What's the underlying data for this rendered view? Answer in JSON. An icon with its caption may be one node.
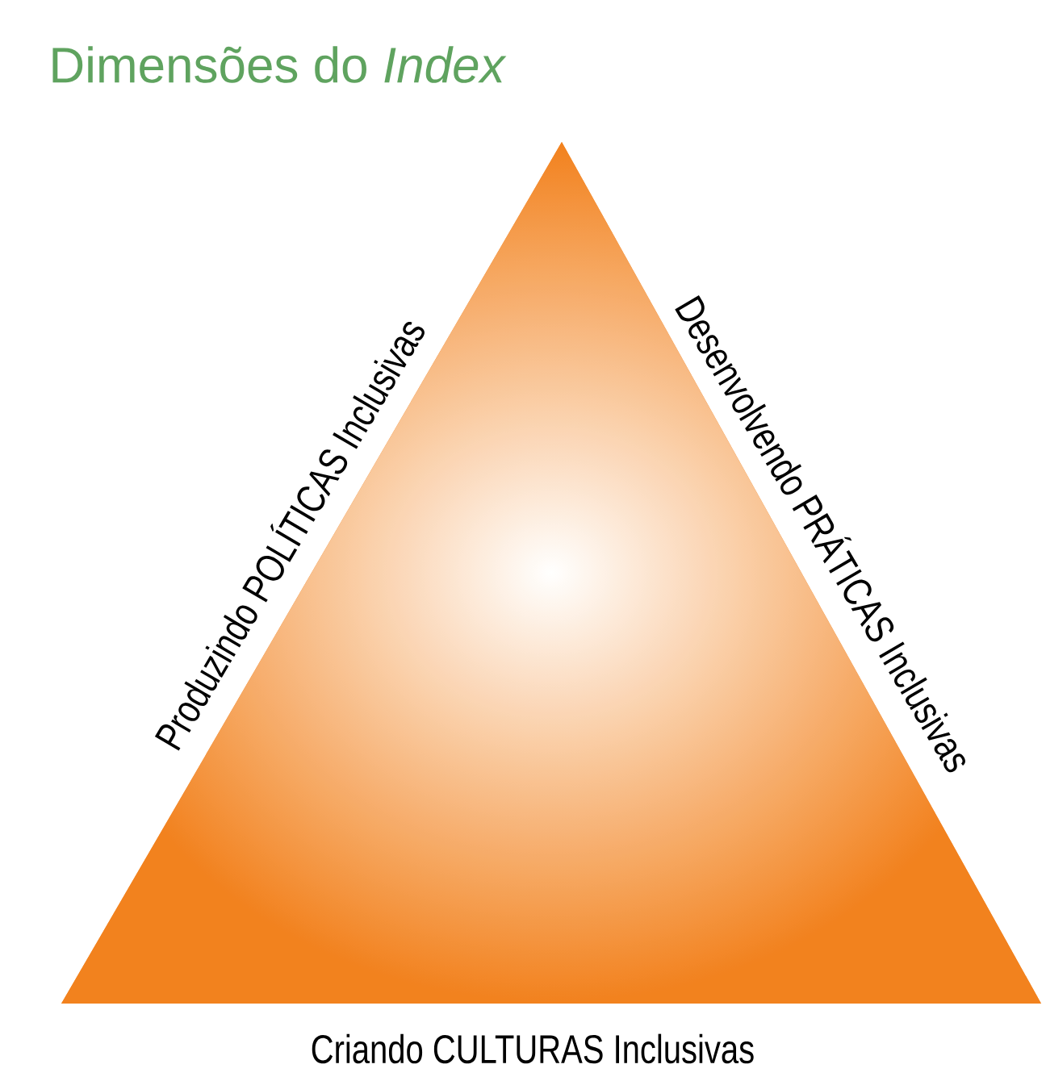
{
  "diagram": {
    "title": "Dimensões do *Index*",
    "nodes": [
      {
        "text": [],
        "shape": "triangle",
        "beside": [
          "Produzindo POLÍTICAS Inclusivas",
          "Desenvolvendo PRÁTICAS Inclusivas",
          "Criando CULTURAS Inclusivas"
        ]
      }
    ]
  }
}
